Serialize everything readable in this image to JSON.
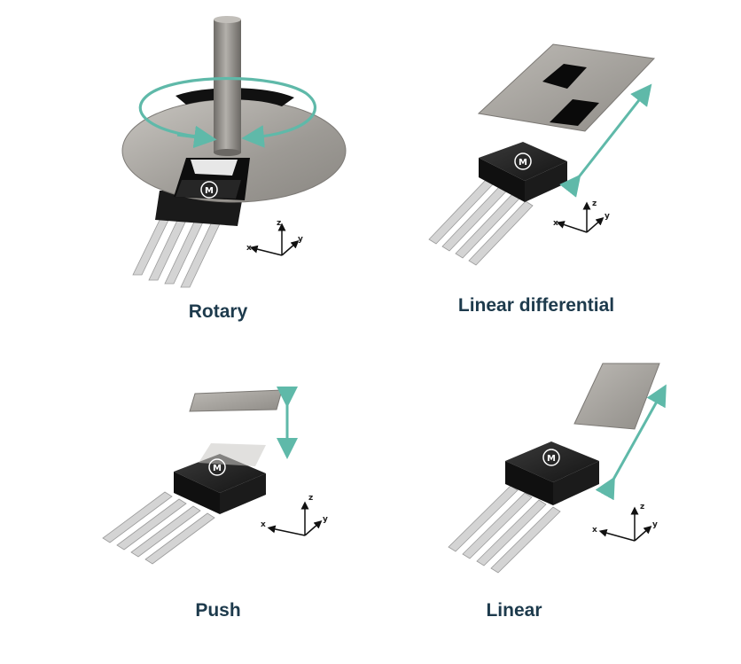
{
  "panels": [
    {
      "label": "Rotary"
    },
    {
      "label": "Linear differential"
    },
    {
      "label": "Push"
    },
    {
      "label": "Linear"
    }
  ],
  "axes": {
    "x": "x",
    "y": "y",
    "z": "z"
  },
  "colors": {
    "arrow": "#5fb9a9",
    "label": "#1d3a4c",
    "chip": "#1e1e1e",
    "metal": "#a7a49f",
    "pin": "#d6d6d6"
  },
  "icons": [
    "chip-logo-icon"
  ]
}
